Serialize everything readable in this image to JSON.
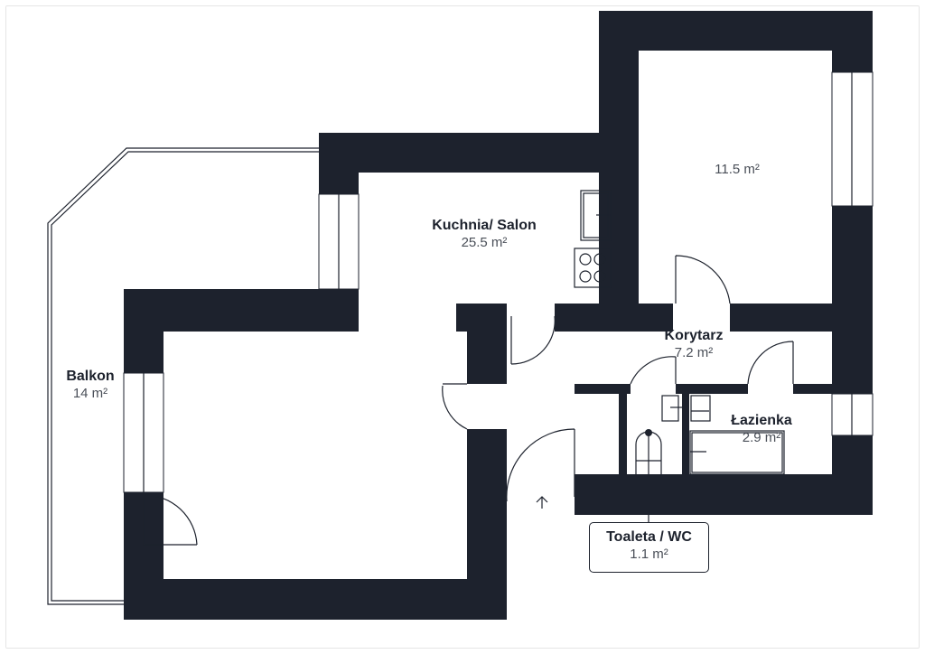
{
  "rooms": [
    {
      "name": "Kuchnia/ Salon",
      "area": "25.5 m²"
    },
    {
      "name": "",
      "area": "11.5 m²"
    },
    {
      "name": "Korytarz",
      "area": "7.2 m²"
    },
    {
      "name": "Łazienka",
      "area": "2.9 m²"
    },
    {
      "name": "Toaleta / WC",
      "area": "1.1 m²"
    },
    {
      "name": "Balkon",
      "area": "14 m²"
    }
  ],
  "colors": {
    "wall": "#1d222d",
    "background": "#ffffff"
  },
  "icons": [
    "entrance-arrow-icon",
    "toilet-icon",
    "sink-icon",
    "stove-icon",
    "bathtub-icon"
  ]
}
